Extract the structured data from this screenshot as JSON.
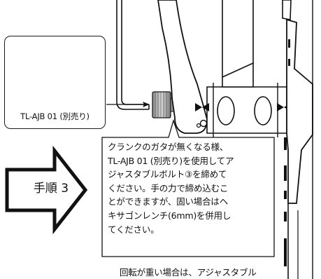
{
  "tool_caption": "TL-AJB 01 (別売り)",
  "step_label": "手順 3",
  "callout_lines": [
    "クランクのガタが無くなる様、",
    "TL-AJB 01 (別売り)を使用してア",
    "ジャスタブルボルト③を締めて",
    "ください。手の力で締め込むこ",
    "とができますが、固い場合はヘ",
    "キサゴンレンチ(6mm)を併用し",
    "てください。"
  ],
  "bottom_note": "回転が重い場合は、アジャスタブル"
}
